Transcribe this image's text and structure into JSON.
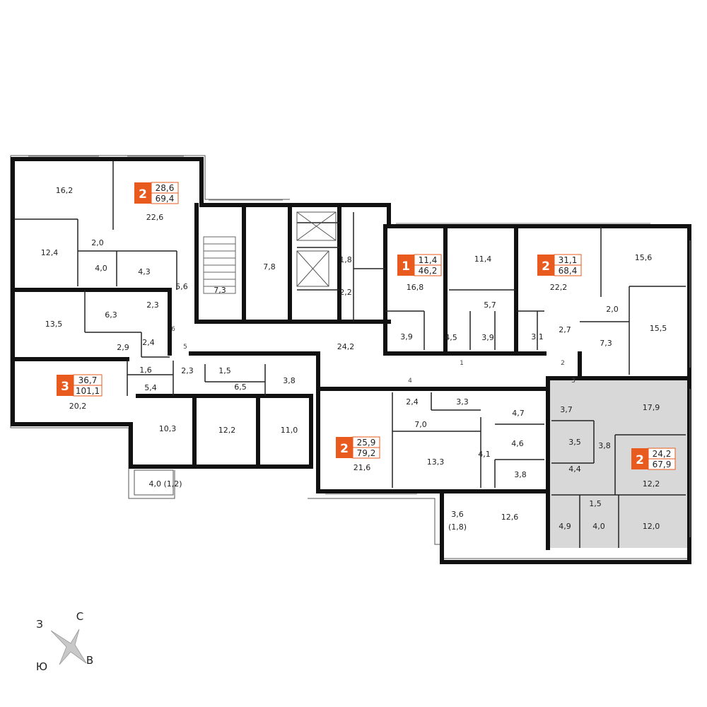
{
  "colors": {
    "accent": "#e85a1e",
    "wall": "#111111",
    "highlight": "#d8d8d8"
  },
  "apartments": [
    {
      "rooms": "2",
      "living": "28,6",
      "total": "69,4"
    },
    {
      "rooms": "3",
      "living": "36,7",
      "total": "101,1"
    },
    {
      "rooms": "1",
      "living": "11,4",
      "total": "46,2"
    },
    {
      "rooms": "2",
      "living": "31,1",
      "total": "68,4"
    },
    {
      "rooms": "2",
      "living": "25,9",
      "total": "79,2"
    },
    {
      "rooms": "2",
      "living": "24,2",
      "total": "67,9"
    }
  ],
  "rooms": [
    "16,2",
    "22,6",
    "12,4",
    "2,0",
    "4,0",
    "4,3",
    "5,6",
    "13,5",
    "6,3",
    "2,3",
    "2,9",
    "2,4",
    "1,6",
    "5,4",
    "20,2",
    "2,3",
    "1,5",
    "6,5",
    "3,8",
    "10,3",
    "12,2",
    "11,0",
    "4,0 (1,2)",
    "7,3",
    "7,8",
    "1,8",
    "2,2",
    "24,2",
    "16,8",
    "3,9",
    "11,4",
    "5,7",
    "4,5",
    "3,9",
    "22,2",
    "2,7",
    "3,1",
    "15,6",
    "2,0",
    "7,3",
    "15,5",
    "2,4",
    "3,3",
    "7,0",
    "4,7",
    "21,6",
    "13,3",
    "4,1",
    "4,6",
    "3,8",
    "3,6",
    "(1,8)",
    "12,6",
    "3,7",
    "17,9",
    "3,5",
    "3,8",
    "4,4",
    "12,2",
    "1,5",
    "4,9",
    "4,0",
    "12,0"
  ],
  "door_numbers": [
    "6",
    "5",
    "4",
    "3",
    "2",
    "1"
  ],
  "compass": {
    "north": "С",
    "south": "Ю",
    "west": "З",
    "east": "В"
  }
}
